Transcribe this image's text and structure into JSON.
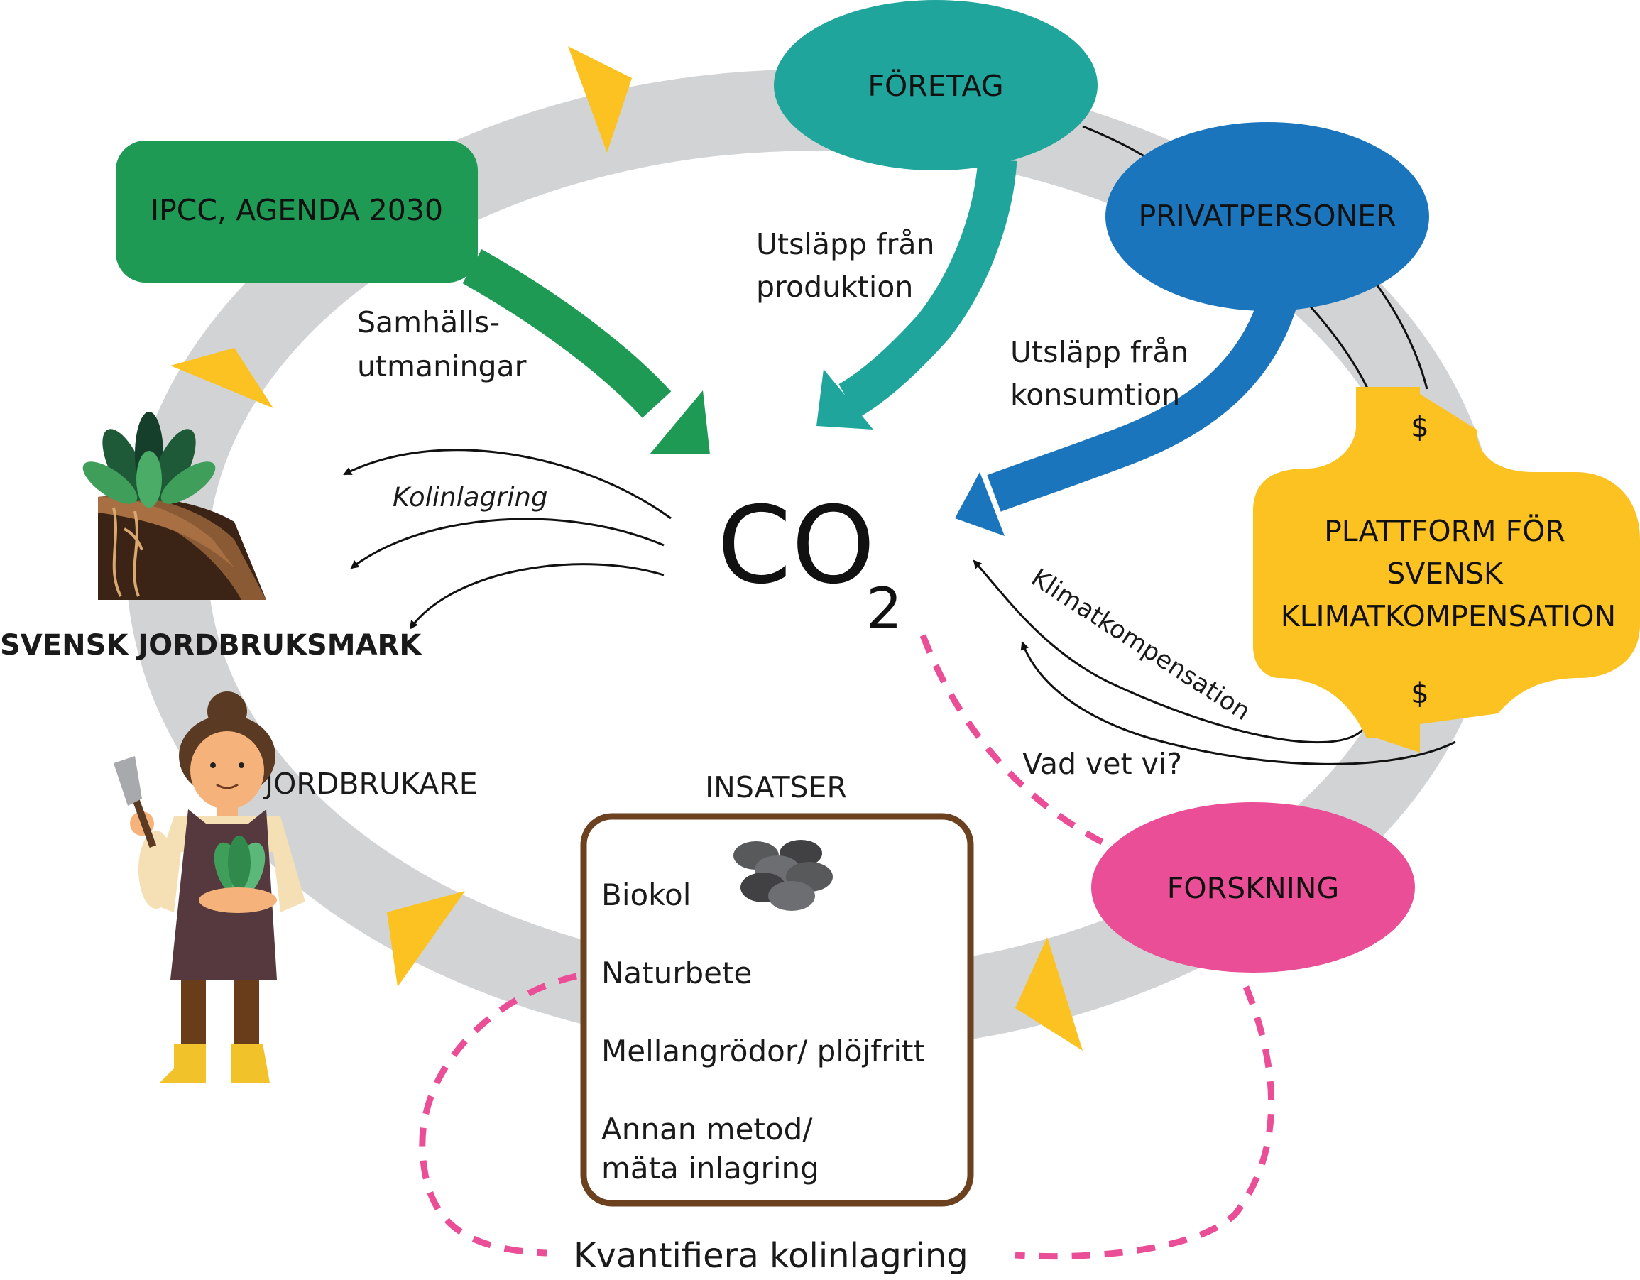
{
  "nodes": {
    "foretag": {
      "label": "FÖRETAG",
      "color": "#1fa59b"
    },
    "privatpersoner": {
      "label": "PRIVATPERSONER",
      "color": "#1b75bc"
    },
    "ipcc": {
      "label": "IPCC, AGENDA 2030",
      "color": "#1e9a55"
    },
    "plattform": {
      "line1": "PLATTFORM FÖR",
      "line2": "SVENSK",
      "line3": "KLIMATKOMPENSATION",
      "dollar_top": "$",
      "dollar_bottom": "$",
      "color": "#fbc221"
    },
    "forskning": {
      "label": "FORSKNING",
      "color": "#e94e96"
    },
    "co2": {
      "main": "CO",
      "subscript": "2"
    },
    "jordbruksmark": {
      "label": "SVENSK JORDBRUKSMARK"
    },
    "jordbrukare": {
      "label": "JORDBRUKARE"
    }
  },
  "arrows": {
    "samhalls_line1": "Samhälls-",
    "samhalls_line2": "utmaningar",
    "produktion_line1": "Utsläpp från",
    "produktion_line2": "produktion",
    "konsumtion_line1": "Utsläpp från",
    "konsumtion_line2": "konsumtion",
    "kolinlagring": "Kolinlagring",
    "klimatkompensation": "Klimatkompensation",
    "vad_vet_vi": "Vad vet vi?",
    "kvantifiera": "Kvantifiera kolinlagring"
  },
  "insatser": {
    "title": "INSATSER",
    "items": [
      "Biokol",
      "Naturbete",
      "Mellangrödor/ plöjfritt",
      "Annan metod/",
      "mäta inlagring"
    ],
    "border_color": "#6b4120"
  },
  "colors": {
    "ring": "#d2d3d4",
    "triangle": "#fbc221",
    "dashed": "#e94e96"
  }
}
